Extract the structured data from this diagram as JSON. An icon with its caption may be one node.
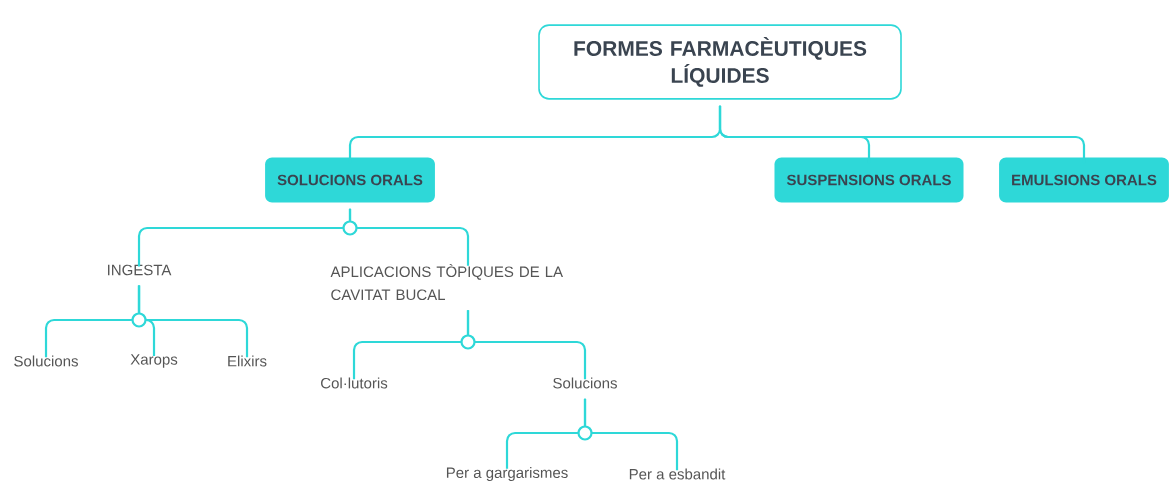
{
  "diagram": {
    "nodes": [
      {
        "text": [
          "FORMES FARMACÈUTIQUES LÍQUIDES"
        ]
      },
      {
        "text": [
          "SOLUCIONS ORALS"
        ]
      },
      {
        "text": [
          "SUSPENSIONS ORALS"
        ]
      },
      {
        "text": [
          "EMULSIONS ORALS"
        ]
      },
      {
        "text": [
          "INGESTA"
        ]
      },
      {
        "text": [
          "APLICACIONS TÒPIQUES DE LA CAVITAT BUCAL"
        ]
      },
      {
        "text": [
          "Solucions"
        ]
      },
      {
        "text": [
          "Xarops"
        ]
      },
      {
        "text": [
          "Elixirs"
        ]
      },
      {
        "text": [
          "Col·lutoris"
        ]
      },
      {
        "text": [
          "Solucions"
        ]
      },
      {
        "text": [
          "Per a gargarismes"
        ]
      },
      {
        "text": [
          "Per a esbandit"
        ]
      }
    ],
    "edges": [
      {
        "from": 0,
        "to": 1,
        "arrow": "none"
      },
      {
        "from": 0,
        "to": 2,
        "arrow": "none"
      },
      {
        "from": 0,
        "to": 3,
        "arrow": "none"
      },
      {
        "from": 1,
        "to": 4,
        "arrow": "none"
      },
      {
        "from": 1,
        "to": 5,
        "arrow": "none"
      },
      {
        "from": 4,
        "to": 6,
        "arrow": "none"
      },
      {
        "from": 4,
        "to": 7,
        "arrow": "none"
      },
      {
        "from": 4,
        "to": 8,
        "arrow": "none"
      },
      {
        "from": 5,
        "to": 9,
        "arrow": "none"
      },
      {
        "from": 5,
        "to": 10,
        "arrow": "none"
      },
      {
        "from": 10,
        "to": 11,
        "arrow": "none"
      },
      {
        "from": 10,
        "to": 12,
        "arrow": "none"
      }
    ]
  }
}
